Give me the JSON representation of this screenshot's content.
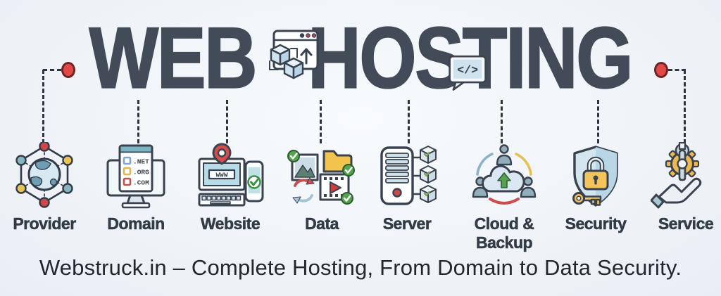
{
  "banner": {
    "title_word1": "WEB",
    "title_word2": "HOSTING",
    "code_snippet_glyph": "</>",
    "caption": "Webstruck.in – Complete Hosting, From Domain to Data Security."
  },
  "colors": {
    "background": "#eff3f8",
    "title_ink": "#434b58",
    "outline_ink": "#3a4250",
    "accent_red": "#e24848",
    "accent_yellow": "#eec35a",
    "accent_teal": "#8cb7c6",
    "accent_green": "#4fa24f"
  },
  "columns": [
    {
      "label": "Provider",
      "icon": "globe-network-icon"
    },
    {
      "label": "Domain",
      "icon": "domain-monitor-icon",
      "options": [
        ".NET",
        ".ORG",
        ".COM"
      ]
    },
    {
      "label": "Website",
      "icon": "website-devices-icon",
      "screen_text": "WWW"
    },
    {
      "label": "Data",
      "icon": "media-data-icon"
    },
    {
      "label": "Server",
      "icon": "server-rack-icon"
    },
    {
      "label": "Cloud & Backup",
      "icon": "cloud-upload-network-icon"
    },
    {
      "label": "Security",
      "icon": "shield-lock-key-icon"
    },
    {
      "label": "Service",
      "icon": "hand-gear-wrench-icon"
    }
  ]
}
